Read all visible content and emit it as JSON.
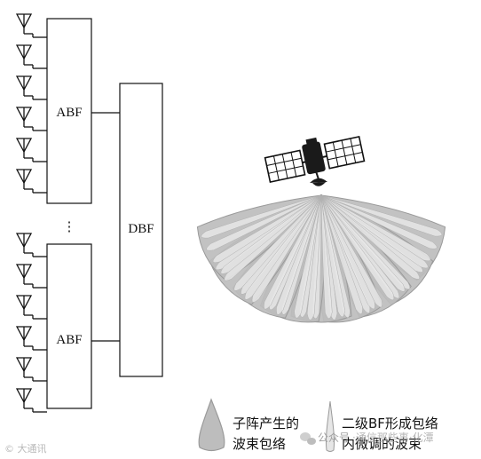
{
  "blocks": {
    "abf_top": "ABF",
    "abf_bottom": "ABF",
    "dbf": "DBF",
    "ellipsis": "⋮"
  },
  "legend": {
    "subarray_line1": "子阵产生的",
    "subarray_line2": "波束包络",
    "secondary_line1": "二级BF形成包络",
    "secondary_line2": "内微调的波束"
  },
  "watermark": {
    "left": "© 大通讯",
    "right_prefix": "公众号",
    "right_name": "·通信那些事·化潭"
  },
  "icons": [
    "antenna-icon",
    "satellite-icon",
    "wechat-icon"
  ],
  "colors": {
    "line": "#111111",
    "envelope_fill": "#bdbdbd",
    "envelope_edge": "#9a9a9a",
    "fine_beam": "#e6e6e6",
    "satellite_body": "#1a1a1a"
  }
}
